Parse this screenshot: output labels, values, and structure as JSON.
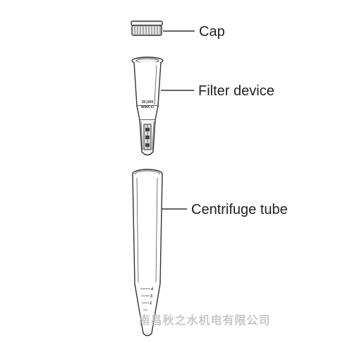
{
  "labels": {
    "cap": "Cap",
    "filter_device": "Filter device",
    "centrifuge_tube": "Centrifuge tube"
  },
  "filter_marking": {
    "line1": "30,000",
    "line2": "MWCO"
  },
  "tube_graduations": [
    "4",
    "3",
    "2"
  ],
  "watermark": "南昌秋之水机电有限公司"
}
